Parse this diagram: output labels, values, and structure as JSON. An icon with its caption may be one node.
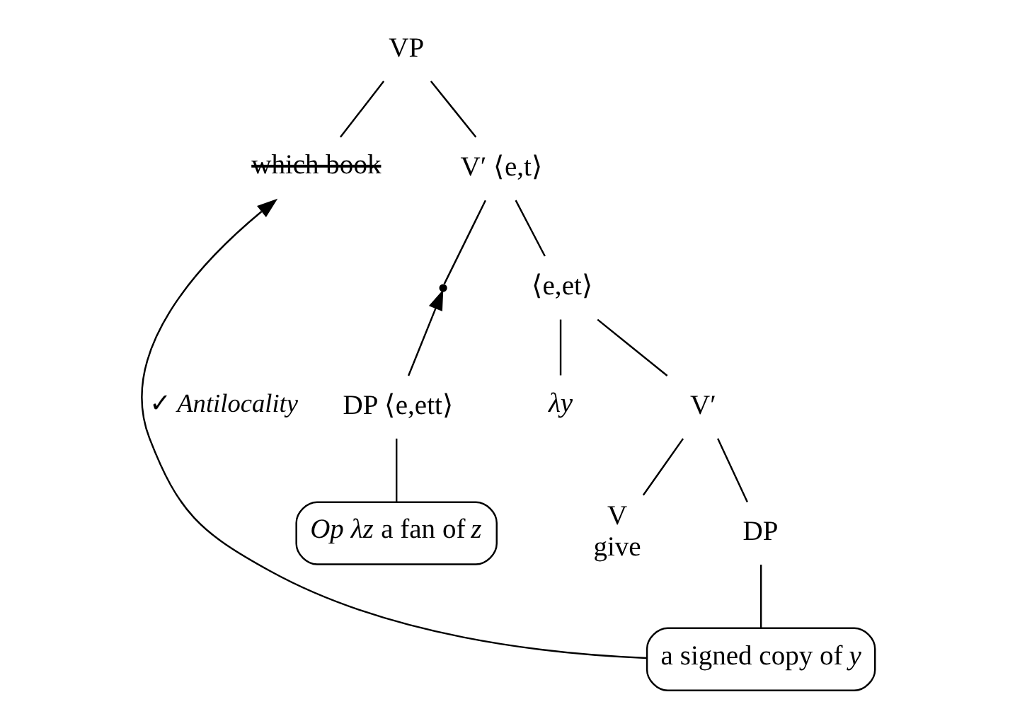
{
  "diagram": {
    "nodes": [
      {
        "text": [
          "VP"
        ]
      },
      {
        "text": [
          "which book"
        ]
      },
      {
        "text": [
          "V′ ⟨e,t⟩"
        ]
      },
      {
        "text": [],
        "shape": "point"
      },
      {
        "text": [
          "⟨e,et⟩"
        ]
      },
      {
        "text": [
          "DP ⟨e,ett⟩"
        ]
      },
      {
        "text": [
          "*Op λz* a fan of *z*"
        ]
      },
      {
        "text": [
          "*λy*"
        ]
      },
      {
        "text": [
          "V′"
        ]
      },
      {
        "text": [
          "V",
          "give"
        ]
      },
      {
        "text": [
          "DP"
        ]
      },
      {
        "text": [
          "a signed copy of *y*"
        ]
      }
    ],
    "edges": [
      {
        "from": 0,
        "to": 1,
        "arrow": "none"
      },
      {
        "from": 0,
        "to": 2,
        "arrow": "none"
      },
      {
        "from": 2,
        "to": 3,
        "arrow": "none"
      },
      {
        "from": 2,
        "to": 4,
        "arrow": "none"
      },
      {
        "from": 5,
        "to": 3,
        "arrow": "to"
      },
      {
        "from": 5,
        "to": 6,
        "arrow": "none"
      },
      {
        "from": 4,
        "to": 7,
        "arrow": "none"
      },
      {
        "from": 4,
        "to": 8,
        "arrow": "none"
      },
      {
        "from": 8,
        "to": 9,
        "arrow": "none"
      },
      {
        "from": 8,
        "to": 10,
        "arrow": "none"
      },
      {
        "from": 10,
        "to": 11,
        "arrow": "none"
      },
      {
        "from": 11,
        "to": 1,
        "arrow": "to",
        "label": "✓ *Antilocality*"
      }
    ]
  }
}
